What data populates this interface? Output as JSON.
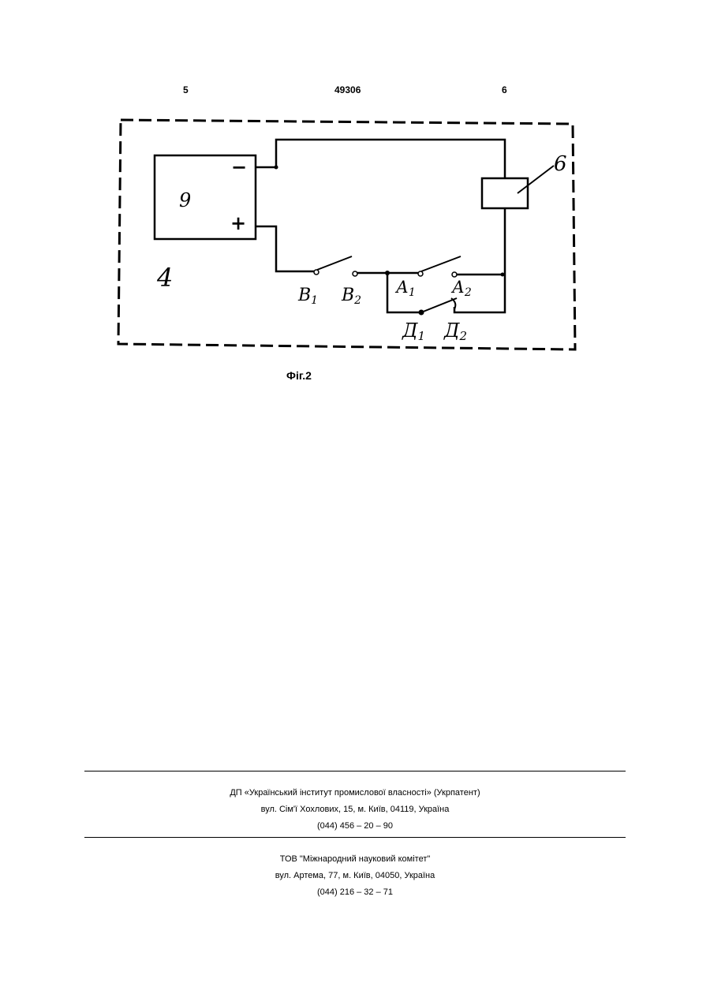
{
  "header": {
    "left_page": "5",
    "patent_number": "49306",
    "right_page": "6"
  },
  "figure": {
    "caption": "Фіг.2",
    "labels": {
      "block_9": "9",
      "minus": "−",
      "plus": "+",
      "housing_4": "4",
      "device_6": "6",
      "b1": "В",
      "b1_sub": "1",
      "b2": "В",
      "b2_sub": "2",
      "a1": "А",
      "a1_sub": "1",
      "a2": "А",
      "a2_sub": "2",
      "d1": "Д",
      "d1_sub": "1",
      "d2": "Д",
      "d2_sub": "2"
    }
  },
  "footer": {
    "org1": {
      "name": "ДП «Український інститут промислової власності» (Укрпатент)",
      "address": "вул. Сім'ї Хохлових, 15, м. Київ, 04119, Україна",
      "phone": "(044) 456 – 20 – 90"
    },
    "org2": {
      "name": "ТОВ \"Міжнародний науковий комітет\"",
      "address": "вул. Артема, 77, м. Київ, 04050, Україна",
      "phone": "(044) 216 – 32 – 71"
    }
  }
}
